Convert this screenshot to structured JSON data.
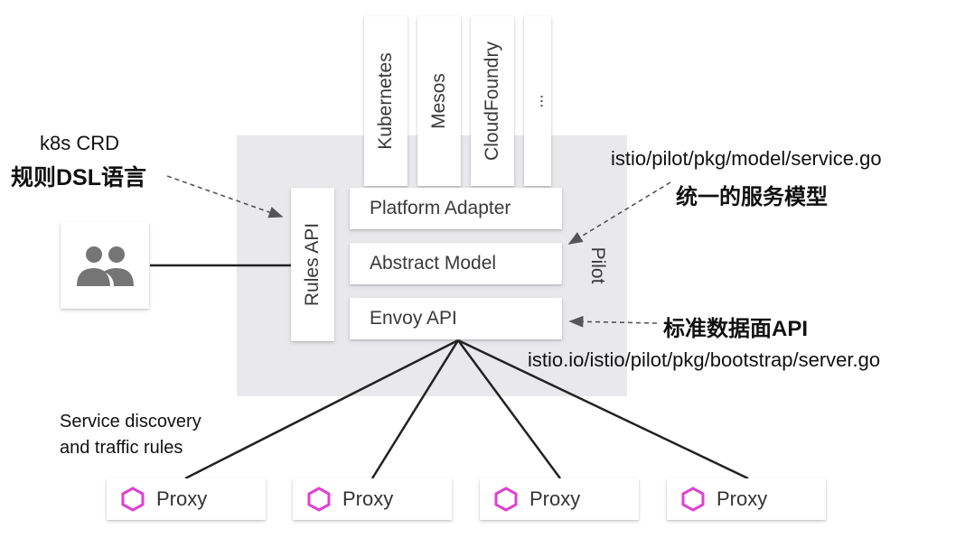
{
  "platforms": [
    "Kubernetes",
    "Mesos",
    "CloudFoundry",
    "..."
  ],
  "pilot": {
    "title": "Pilot",
    "rules_api": "Rules API",
    "platform_adapter": "Platform Adapter",
    "abstract_model": "Abstract Model",
    "envoy_api": "Envoy API"
  },
  "annotations": {
    "crd_line1": "k8s CRD",
    "crd_line2": "规则DSL语言",
    "service_path": "istio/pilot/pkg/model/service.go",
    "service_desc": "统一的服务模型",
    "dataplane_desc": "标准数据面API",
    "bootstrap_path": "istio.io/istio/pilot/pkg/bootstrap/server.go",
    "discovery_line1": "Service discovery",
    "discovery_line2": "and traffic rules"
  },
  "proxies": [
    "Proxy",
    "Proxy",
    "Proxy",
    "Proxy"
  ],
  "icons": {
    "users": "users-icon",
    "proxy": "hexagon-icon"
  },
  "colors": {
    "pilot_bg": "#e9e8ea",
    "hexagon": "#e040d0",
    "users_icon": "#757575"
  }
}
